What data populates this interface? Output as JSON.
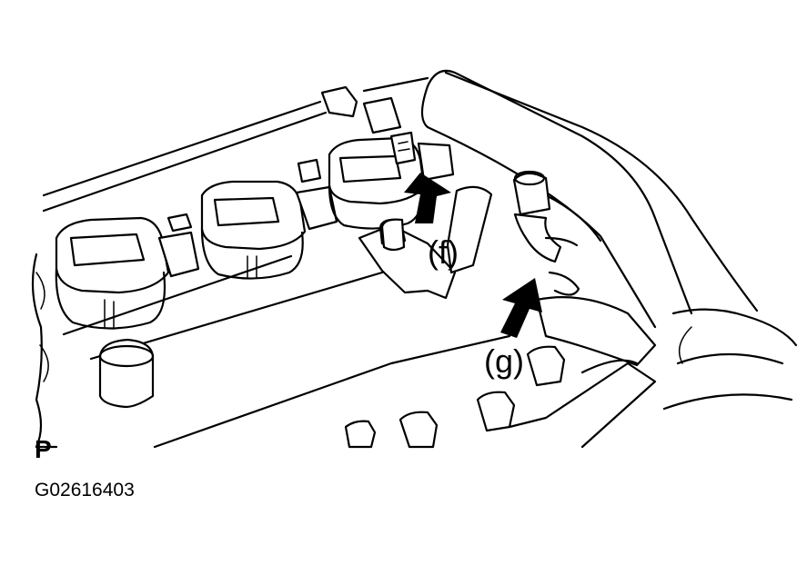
{
  "labels": {
    "callout_f": "(f)",
    "callout_g": "(g)",
    "view_letter": "P",
    "figure_code": "G02616403"
  },
  "colors": {
    "ink": "#000000",
    "paper": "#ffffff"
  }
}
